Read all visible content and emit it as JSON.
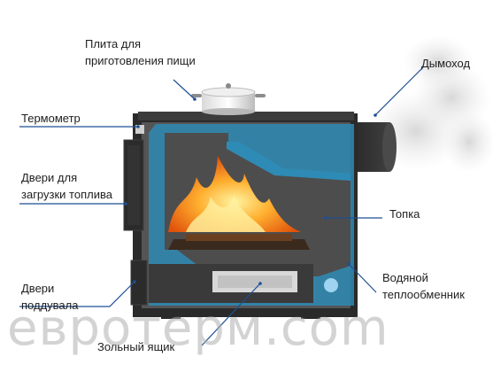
{
  "labels": {
    "stove_top": [
      "Плита для",
      "приготовления пищи"
    ],
    "chimney": "Дымоход",
    "thermometer": "Термометр",
    "fuel_door": [
      "Двери для",
      "загрузки топлива"
    ],
    "firebox": "Топка",
    "ash_door": [
      "Двери",
      "поддувала"
    ],
    "water_exchanger": [
      "Водяной",
      "теплообменник"
    ],
    "ash_box": "Зольный ящик"
  },
  "watermark": "евротерм.com",
  "colors": {
    "body": "#2a2a2a",
    "water_jacket": "#2e8bb5",
    "interior": "#5a5a5a",
    "fire": "#ff8a1f",
    "pointer": "#1e4f94"
  }
}
